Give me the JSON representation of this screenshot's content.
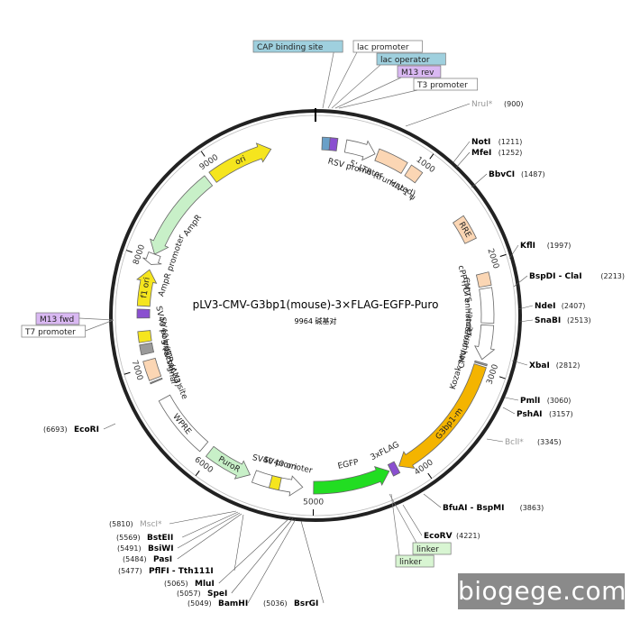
{
  "title": "pLV3-CMV-G3bp1(mouse)-3×FLAG-EGFP-Puro",
  "subtitle": "9964 碱基对",
  "total_bp": 9964,
  "watermark": "biogege.com",
  "colors": {
    "backbone": "#222222",
    "yellow": "#f5e51e",
    "orange": "#f4b400",
    "green_bright": "#22dd22",
    "green_light": "#c8f0c8",
    "peach": "#fbd6b4",
    "grey": "#9a9a9a",
    "purple": "#8a4fd0",
    "label_blue_bg": "#9fd0de",
    "label_purple_bg": "#d9b8f2",
    "label_green_bg": "#d8f5d2"
  },
  "tick_labels": [
    "1000",
    "2000",
    "3000",
    "4000",
    "5000",
    "6000",
    "7000",
    "8000",
    "9000"
  ],
  "features": [
    {
      "name": "ori",
      "start": 8950,
      "end": 9550,
      "kind": "arrow",
      "dir": 1,
      "color": "yellow",
      "label": "ori",
      "label_mode": "on"
    },
    {
      "name": "AmpR",
      "start": 8050,
      "end": 8900,
      "kind": "arrow",
      "dir": -1,
      "color": "green_light",
      "label": "AmpR",
      "label_mode": "inside"
    },
    {
      "name": "AmpR promoter",
      "start": 7950,
      "end": 8050,
      "kind": "arrow",
      "dir": -1,
      "color": "white",
      "label": "AmpR promoter",
      "label_mode": "inside"
    },
    {
      "name": "f1 ori",
      "start": 7560,
      "end": 7900,
      "kind": "arrow",
      "dir": 1,
      "color": "yellow",
      "label": "f1 ori",
      "label_mode": "on"
    },
    {
      "name": "SV40 ori",
      "start": 7230,
      "end": 7330,
      "kind": "box",
      "color": "yellow",
      "label": "SV40 ori",
      "label_mode": "inside"
    },
    {
      "name": "SV40 polyA",
      "start": 7120,
      "end": 7210,
      "kind": "box",
      "color": "grey",
      "label": "SV40 poly(A) signal",
      "label_mode": "inside"
    },
    {
      "name": "3 LTR",
      "start": 6880,
      "end": 7060,
      "kind": "box",
      "color": "peach",
      "label": "3' LTR (ΔU3)",
      "label_mode": "inside"
    },
    {
      "name": "WPRE",
      "start": 6100,
      "end": 6680,
      "kind": "box",
      "color": "white",
      "label": "WPRE",
      "label_mode": "on"
    },
    {
      "name": "PuroR",
      "start": 5600,
      "end": 6030,
      "kind": "arrow",
      "dir": -1,
      "color": "green_light",
      "label": "PuroR",
      "label_mode": "on"
    },
    {
      "name": "SV40 promoter",
      "start": 5100,
      "end": 5560,
      "kind": "arrow",
      "dir": -1,
      "color": "white",
      "label": "SV40 promoter",
      "label_mode": "inside"
    },
    {
      "name": "EGFP",
      "start": 4280,
      "end": 5000,
      "kind": "arrow",
      "dir": -1,
      "color": "green_bright",
      "label": "EGFP",
      "label_mode": "inside"
    },
    {
      "name": "3xFLAG",
      "start": 4200,
      "end": 4265,
      "kind": "box",
      "color": "purple",
      "label": "3xFLAG",
      "label_mode": "inside"
    },
    {
      "name": "G3bp1-m",
      "start": 2960,
      "end": 4180,
      "kind": "arrow",
      "dir": 1,
      "color": "orange",
      "label": "G3bp1-m",
      "label_mode": "on"
    },
    {
      "name": "CMV promoter",
      "start": 2580,
      "end": 2900,
      "kind": "arrow",
      "dir": 1,
      "color": "white",
      "label": "CMV promoter",
      "label_mode": "inside"
    },
    {
      "name": "CMV enhancer",
      "start": 2240,
      "end": 2560,
      "kind": "box",
      "color": "white",
      "label": "CMV enhancer",
      "label_mode": "inside"
    },
    {
      "name": "cPPT/CTS",
      "start": 2100,
      "end": 2220,
      "kind": "box",
      "color": "peach",
      "label": "cPPT/CTS",
      "label_mode": "inside"
    },
    {
      "name": "RRE",
      "start": 1550,
      "end": 1780,
      "kind": "box",
      "color": "peach",
      "label": "RRE",
      "label_mode": "on"
    },
    {
      "name": "HIV-1 psi",
      "start": 900,
      "end": 1020,
      "kind": "box",
      "color": "peach",
      "label": "HIV-1 ψ",
      "label_mode": "inside"
    },
    {
      "name": "5 LTR",
      "start": 580,
      "end": 860,
      "kind": "box",
      "color": "peach",
      "label": "5' LTR (truncated)",
      "label_mode": "inside"
    },
    {
      "name": "RSV promoter",
      "start": 280,
      "end": 560,
      "kind": "arrow",
      "dir": 1,
      "color": "white",
      "label": "RSV promoter",
      "label_mode": "inside"
    },
    {
      "name": "lac promoter",
      "start": 60,
      "end": 140,
      "kind": "box",
      "color": "#6aa0c8",
      "label": "",
      "label_mode": "none"
    },
    {
      "name": "CAP site",
      "start": 130,
      "end": 200,
      "kind": "box",
      "color": "purple",
      "label": "",
      "label_mode": "none"
    },
    {
      "name": "Kozak sequence",
      "start": 2930,
      "end": 2945,
      "kind": "box",
      "color": "grey",
      "label": "Kozak sequence",
      "label_mode": "inside"
    },
    {
      "name": "Factor Xa site",
      "start": 6850,
      "end": 6860,
      "kind": "box",
      "color": "grey",
      "label": "Factor Xa site",
      "label_mode": "inside"
    },
    {
      "name": "SV40 ori 2",
      "start": 5310,
      "end": 5400,
      "kind": "box",
      "color": "yellow",
      "label": "SV40 ori",
      "label_mode": "inside"
    },
    {
      "name": "M13 fwd site",
      "start": 7450,
      "end": 7530,
      "kind": "box",
      "color": "purple",
      "label": "",
      "label_mode": "none"
    }
  ],
  "top_labels": [
    {
      "text": "CAP binding site",
      "bg": "label_blue_bg"
    },
    {
      "text": "lac promoter",
      "bg": "white"
    },
    {
      "text": "lac operator",
      "bg": "label_blue_bg"
    },
    {
      "text": "M13 rev",
      "bg": "label_purple_bg"
    },
    {
      "text": "T3 promoter",
      "bg": "white"
    }
  ],
  "left_labels": [
    {
      "text": "M13 fwd",
      "bg": "label_purple_bg"
    },
    {
      "text": "T7 promoter",
      "bg": "white"
    }
  ],
  "bottom_labels": [
    {
      "text": "linker",
      "bg": "label_green_bg"
    },
    {
      "text": "linker",
      "bg": "label_green_bg"
    }
  ],
  "sites_right": [
    {
      "name": "NruI*",
      "pos": "(900)",
      "grey": true
    },
    {
      "name": "NotI",
      "pos": "(1211)",
      "grey": false
    },
    {
      "name": "MfeI",
      "pos": "(1252)",
      "grey": false
    },
    {
      "name": "BbvCI",
      "pos": "(1487)",
      "grey": false
    },
    {
      "name": "KflI",
      "pos": "(1997)",
      "grey": false
    },
    {
      "name": "BspDI - ClaI",
      "pos": "(2213)",
      "grey": false
    },
    {
      "name": "NdeI",
      "pos": "(2407)",
      "grey": false
    },
    {
      "name": "SnaBI",
      "pos": "(2513)",
      "grey": false
    },
    {
      "name": "XbaI",
      "pos": "(2812)",
      "grey": false
    },
    {
      "name": "PmlI",
      "pos": "(3060)",
      "grey": false
    },
    {
      "name": "PshAI",
      "pos": "(3157)",
      "grey": false
    },
    {
      "name": "BclI*",
      "pos": "(3345)",
      "grey": true
    },
    {
      "name": "BfuAI - BspMI",
      "pos": "(3863)",
      "grey": false
    },
    {
      "name": "EcoRV",
      "pos": "(4221)",
      "grey": false
    }
  ],
  "sites_left": [
    {
      "name": "EcoRI",
      "pos": "(6693)",
      "grey": false
    },
    {
      "name": "MscI*",
      "pos": "(5810)",
      "grey": true
    },
    {
      "name": "BstEII",
      "pos": "(5569)",
      "grey": false
    },
    {
      "name": "BsiWI",
      "pos": "(5491)",
      "grey": false
    },
    {
      "name": "PasI",
      "pos": "(5484)",
      "grey": false
    },
    {
      "name": "PflFI - Tth111I",
      "pos": "(5477)",
      "grey": false
    },
    {
      "name": "MluI",
      "pos": "(5065)",
      "grey": false
    },
    {
      "name": "SpeI",
      "pos": "(5057)",
      "grey": false
    },
    {
      "name": "BamHI",
      "pos": "(5049)",
      "grey": false
    },
    {
      "name": "BsrGI",
      "pos": "(5036)",
      "grey": false
    }
  ]
}
